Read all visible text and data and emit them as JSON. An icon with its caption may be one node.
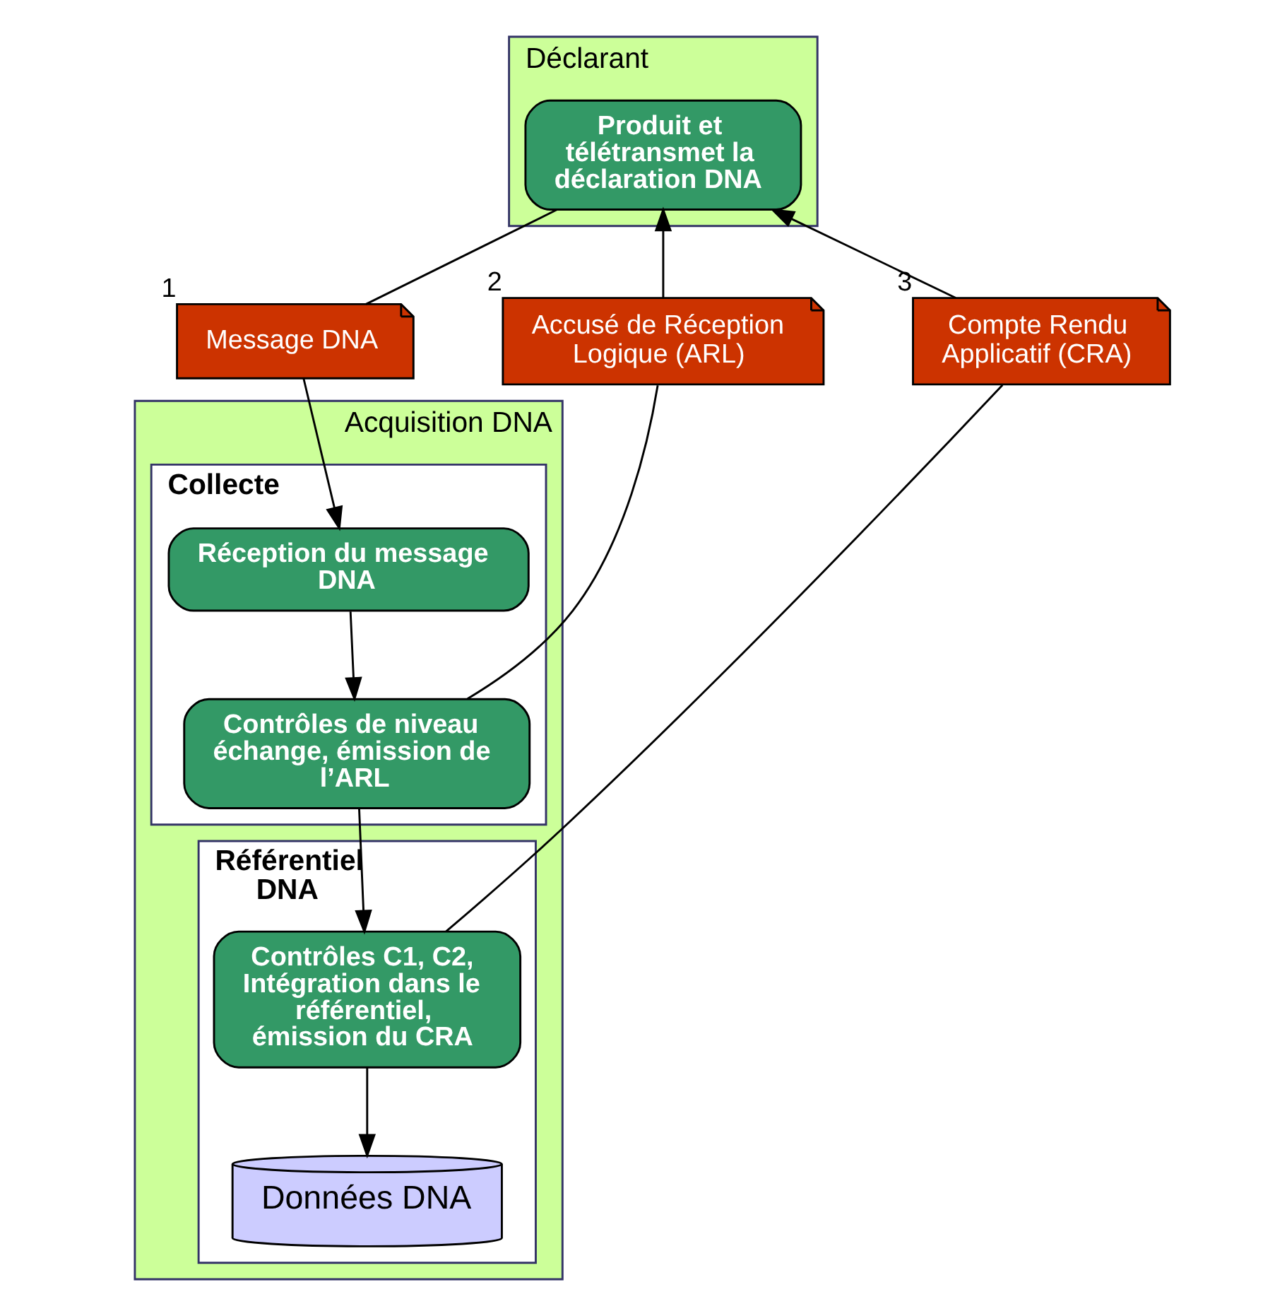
{
  "diagram": {
    "nodes": [
      {
        "text": [
          "Déclarant"
        ]
      },
      {
        "text": [
          "Produit et télétransmet la déclaration DNA"
        ],
        "in": 0
      },
      {
        "text": [
          "Message DNA"
        ],
        "beside": [
          "1"
        ]
      },
      {
        "text": [
          "Accusé de Réception Logique (ARL)"
        ],
        "beside": [
          "2"
        ]
      },
      {
        "text": [
          "Compte Rendu Applicatif (CRA)"
        ],
        "beside": [
          "3"
        ]
      },
      {
        "text": [
          "Acquisition DNA"
        ]
      },
      {
        "text": [
          "Collecte"
        ],
        "in": 5
      },
      {
        "text": [
          "Réception du message DNA"
        ],
        "in": 6
      },
      {
        "text": [
          "Contrôles de niveau échange, émission de l’ARL"
        ],
        "in": 6
      },
      {
        "text": [
          "Référentiel DNA"
        ],
        "in": 5
      },
      {
        "text": [
          "Contrôles C1, C2, Intégration dans le référentiel, émission du CRA"
        ],
        "in": 9
      },
      {
        "text": [
          "Données DNA"
        ],
        "in": 9
      }
    ],
    "edges": [
      {
        "from": 1,
        "to": 2,
        "arrow": "none"
      },
      {
        "from": 2,
        "to": 7,
        "arrow": "to"
      },
      {
        "from": 7,
        "to": 8,
        "arrow": "to"
      },
      {
        "from": 8,
        "to": 3,
        "arrow": "none"
      },
      {
        "from": 3,
        "to": 1,
        "arrow": "to"
      },
      {
        "from": 8,
        "to": 10,
        "arrow": "to"
      },
      {
        "from": 10,
        "to": 11,
        "arrow": "to"
      },
      {
        "from": 10,
        "to": 4,
        "arrow": "none"
      },
      {
        "from": 4,
        "to": 1,
        "arrow": "to"
      }
    ]
  }
}
